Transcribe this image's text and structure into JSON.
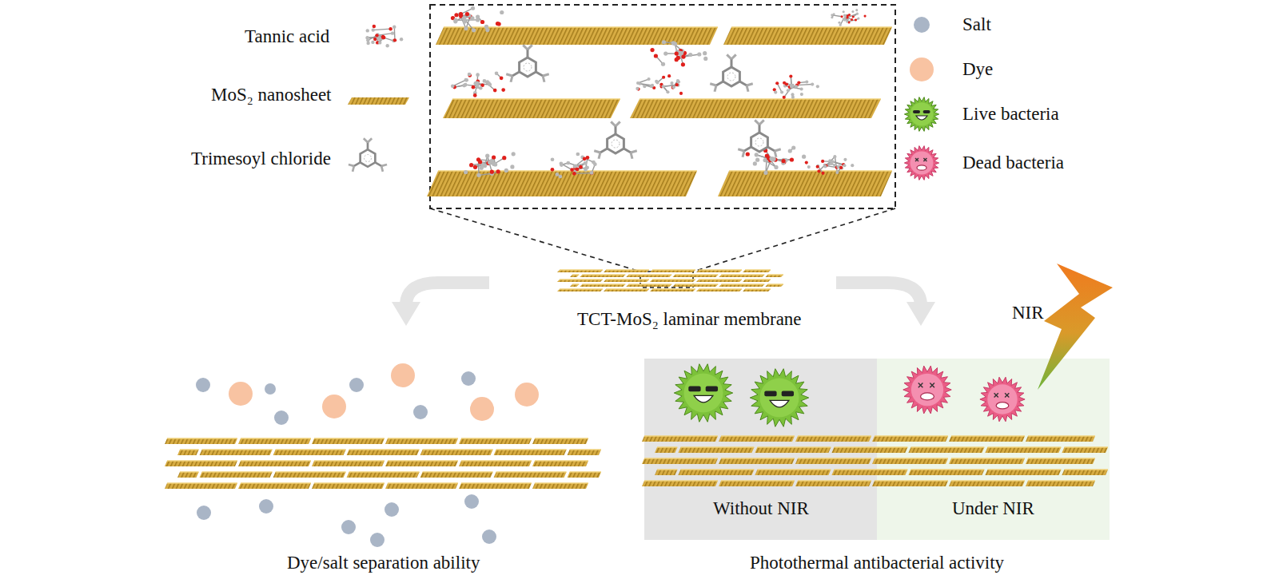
{
  "diagram": {
    "nodes": [
      {
        "text": [
          "Without NIR"
        ]
      },
      {
        "text": [
          "Under NIR"
        ]
      }
    ],
    "labels": [
      "Tannic acid",
      "MoS₂ nanosheet",
      "Trimesoyl chloride",
      "TCT-MoS₂ laminar membrane",
      "NIR",
      "Dye/salt separation ability",
      "Photothermal antibacterial activity"
    ],
    "legend": [
      {
        "text": "Salt",
        "color": "#a9b5c6"
      },
      {
        "text": "Dye",
        "color": "#f8c3a2"
      },
      {
        "text": "Live bacteria"
      },
      {
        "text": "Dead bacteria"
      }
    ]
  }
}
